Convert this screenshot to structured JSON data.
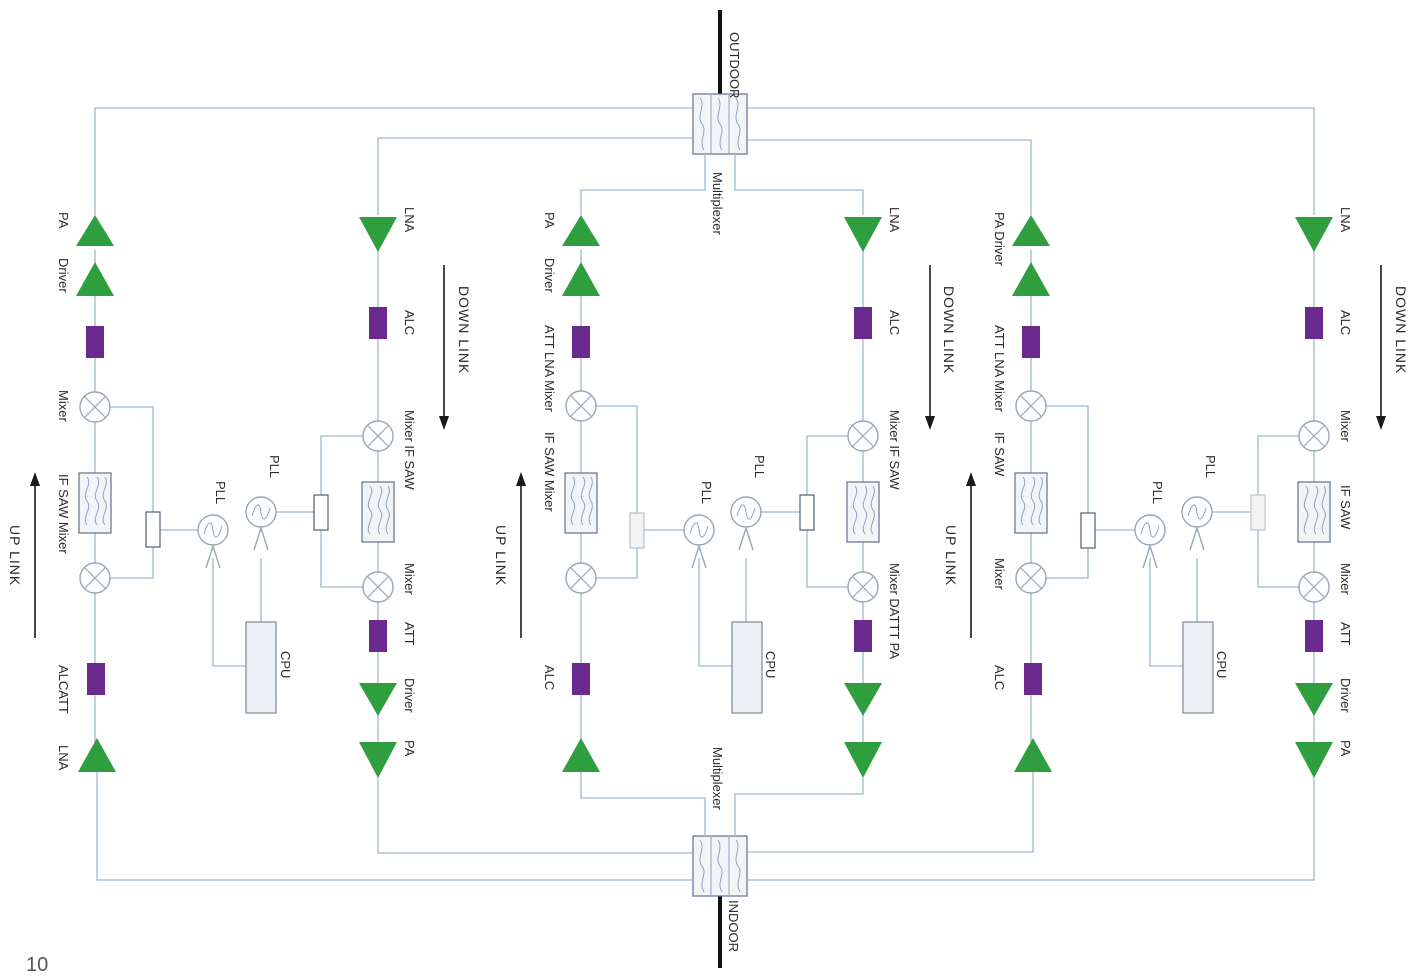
{
  "labels": {
    "outdoor": "OUTDOOR",
    "indoor": "INDOOR",
    "multiplexer": "Multiplexer",
    "down_link": "DOWN  LINK",
    "up_link": "UP  LINK",
    "page_number": "10",
    "pa": "PA",
    "driver": "Driver",
    "lna": "LNA",
    "alc": "ALC",
    "att": "ATT",
    "mixer": "Mixer",
    "if_saw": "IF SAW",
    "pll": "PLL",
    "cpu": "CPU",
    "pa_driver": "PA Driver",
    "att_lna_mixer": "ATT  LNA Mixer",
    "if_saw_mixer": "IF SAW Mixer",
    "mixer_if_saw": "Mixer  IF SAW",
    "alcatt": "ALCATT",
    "mixer_dattt_pa": "Mixer  DATTT PA"
  },
  "colors": {
    "amplifier": "#2e9e3e",
    "attenuator": "#6a2a8e",
    "wire": "#9fb6cc"
  }
}
